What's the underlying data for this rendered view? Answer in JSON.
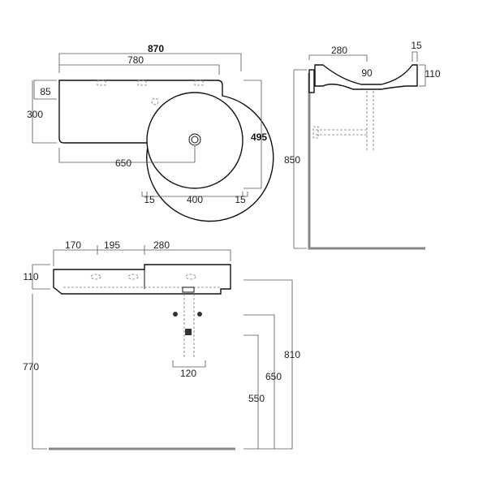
{
  "top_view": {
    "width_total": "870",
    "width_inner": "780",
    "depth_small": "85",
    "depth_left": "300",
    "depth_total": "495",
    "basin_offset": "650",
    "rim_left": "15",
    "bowl_diameter": "400",
    "rim_right": "15"
  },
  "side_view": {
    "depth": "280",
    "rim": "15",
    "drain_offset": "90",
    "height": "110",
    "mount_height": "850"
  },
  "front_view": {
    "seg1": "170",
    "seg2": "195",
    "seg3": "280",
    "height": "110",
    "underside_height": "770",
    "waste_width": "120",
    "h810": "810",
    "h650": "650",
    "h550": "550"
  }
}
